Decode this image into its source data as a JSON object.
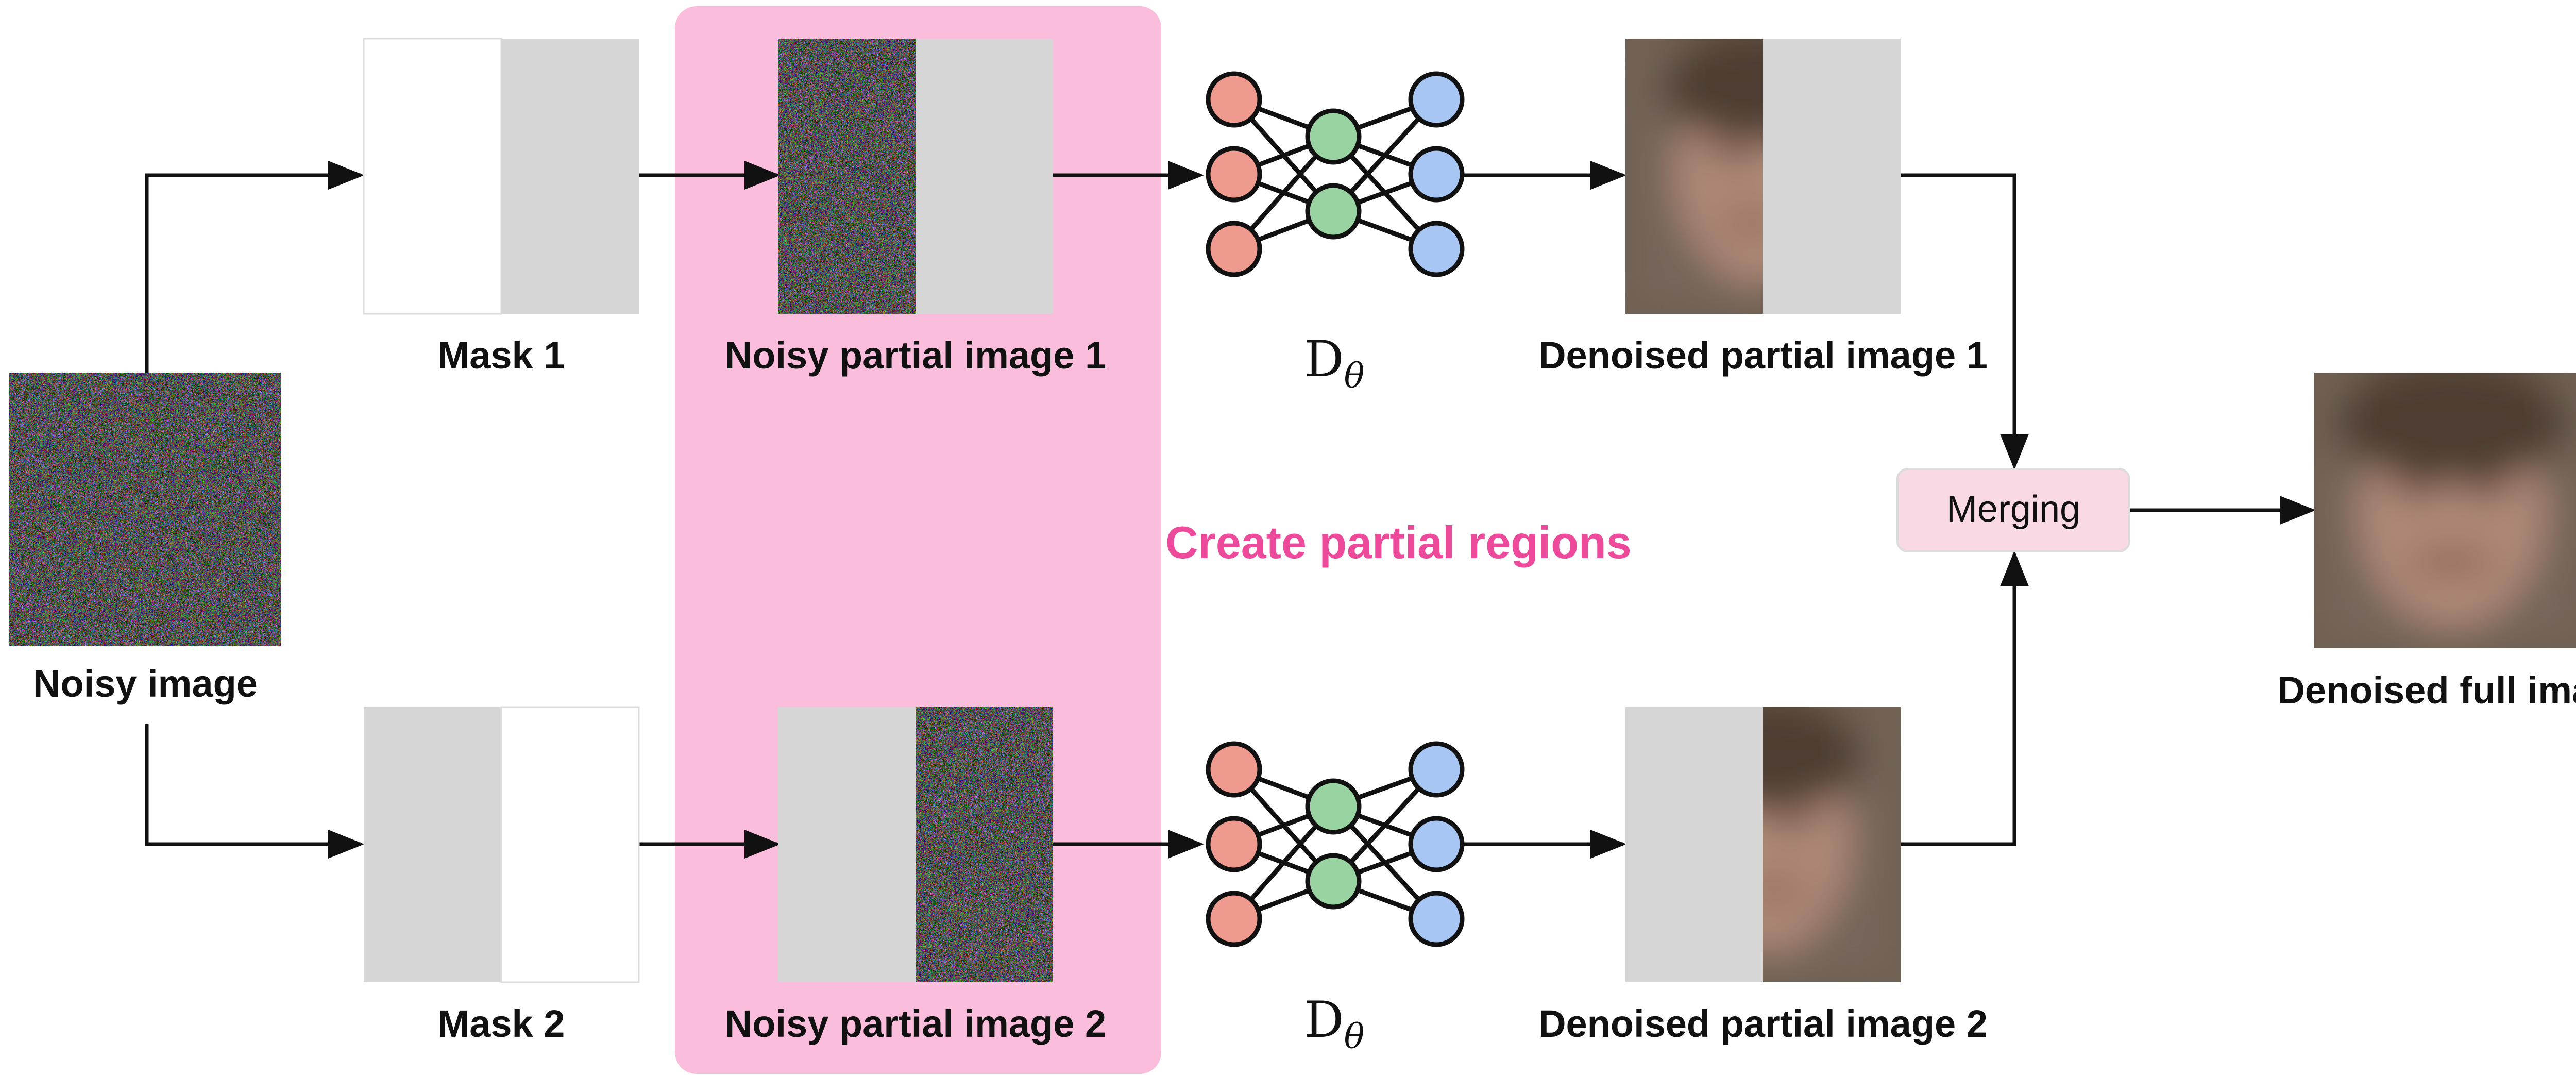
{
  "labels": {
    "noisy_image": "Noisy image",
    "mask1": "Mask 1",
    "mask2": "Mask 2",
    "noisy_partial1": "Noisy partial image 1",
    "noisy_partial2": "Noisy partial image 2",
    "denoiser_top": "D",
    "denoiser_top_sub": "θ",
    "denoiser_bottom": "D",
    "denoiser_bottom_sub": "θ",
    "denoised_partial1": "Denoised partial image 1",
    "denoised_partial2": "Denoised partial image 2",
    "merging": "Merging",
    "denoised_full": "Denoised full image",
    "create_regions": "Create partial regions"
  },
  "colors": {
    "highlight_band": "#fbbddc",
    "highlight_text": "#ee4a9b",
    "mask_gray": "#d6d6d6",
    "input_node": "#ef9a8e",
    "hidden_node": "#98d3a1",
    "output_node": "#a7c6f4",
    "merge_box": "#f8d9e4",
    "face_bg": "#7a6a58"
  }
}
